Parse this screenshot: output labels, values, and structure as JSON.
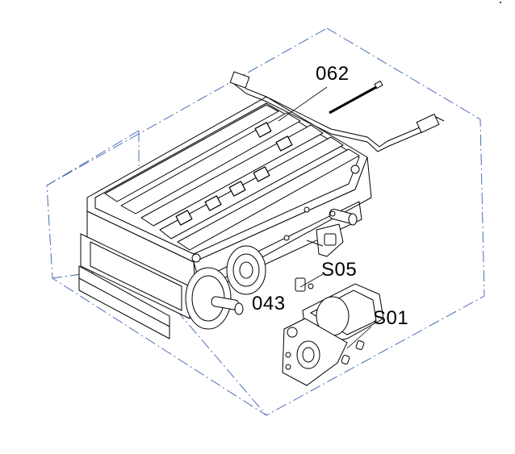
{
  "callouts": {
    "c062": "062",
    "s05": "S05",
    "c043": "043",
    "s01": "S01"
  },
  "colors": {
    "line": "#000000",
    "dashdot": "#3a5fb0",
    "background": "#ffffff"
  }
}
